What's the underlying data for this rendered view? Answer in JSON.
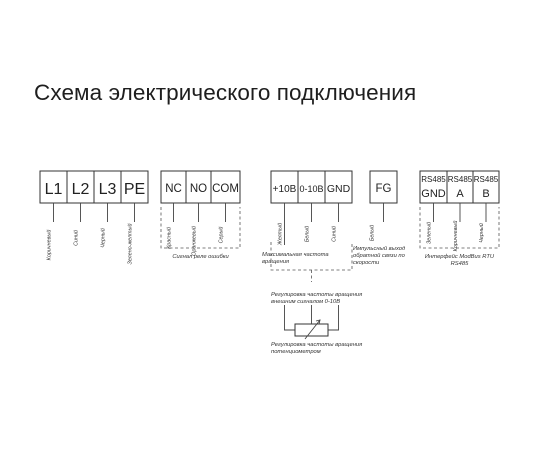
{
  "title": "Схема электрического подключения",
  "blocks": {
    "power": {
      "terminals": [
        "L1",
        "L2",
        "L3",
        "PE"
      ],
      "wires": [
        "Коричневый",
        "Синий",
        "Черный",
        "Зелено-желтый"
      ]
    },
    "relay": {
      "terminals": [
        "NC",
        "NO",
        "COM"
      ],
      "wires": [
        "Красный",
        "Оранжевый",
        "Серый"
      ],
      "caption": "Сигнал реле ошибки"
    },
    "speed": {
      "terminals": [
        "+10В",
        "0-10В",
        "GND"
      ],
      "wires": [
        "Желтый",
        "Белый",
        "Синий"
      ],
      "caption_max": [
        "Максимальная частота",
        "вращения"
      ],
      "caption_signal": [
        "Регулировка частоты вращения",
        "внешним сигналом 0-10В"
      ],
      "caption_pot": [
        "Регулировка частоты вращения",
        "потенциометром"
      ]
    },
    "fg": {
      "terminals": [
        "FG"
      ],
      "wires": [
        "Белый"
      ],
      "caption": [
        "Импульсный выход",
        "обратной связи по",
        "скорости"
      ]
    },
    "rs485": {
      "terminals": [
        {
          "top": "RS485",
          "bottom": "GND"
        },
        {
          "top": "RS485",
          "bottom": "A"
        },
        {
          "top": "RS485",
          "bottom": "B"
        }
      ],
      "wires": [
        "Зеленый",
        "Коричневый",
        "Черный"
      ],
      "caption": [
        "Интерфейс ModBus RTU",
        "RS485"
      ]
    }
  }
}
